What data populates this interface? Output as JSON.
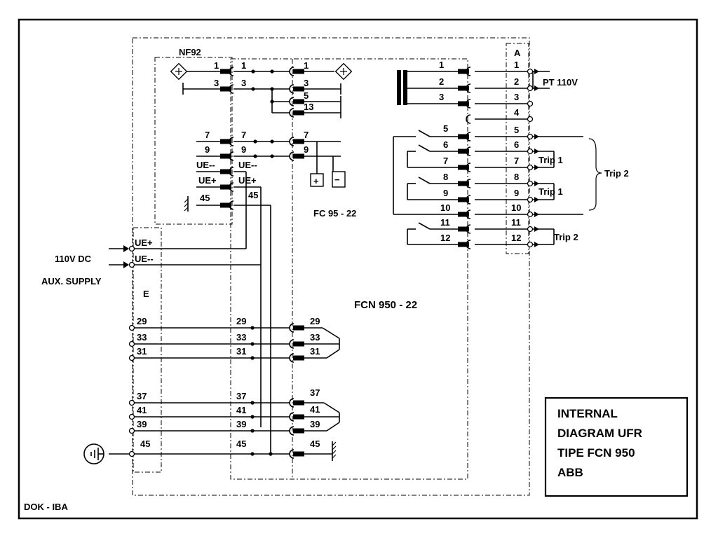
{
  "title_block": {
    "lines": [
      "INTERNAL",
      "DIAGRAM UFR",
      "TIPE FCN 950",
      "ABB"
    ]
  },
  "footer": {
    "doc_ref": "DOK - IBA"
  },
  "modules": {
    "nf92": "NF92",
    "fc95": "FC 95 - 22",
    "fcn950": "FCN 950 - 22",
    "terminal_a": "A",
    "terminal_e": "E"
  },
  "supply": {
    "voltage": "110V DC",
    "aux": "AUX. SUPPLY",
    "ue_plus": "UE+",
    "ue_minus": "UE--"
  },
  "pt_label": "PT 110V",
  "trip_labels": {
    "trip1_a": "Trip 1",
    "trip1_b": "Trip 1",
    "trip2_bracket": "Trip 2",
    "trip2_contact": "Trip 2"
  },
  "nf92_pins": [
    "1",
    "3",
    "7",
    "9",
    "UE--",
    "UE+",
    "45"
  ],
  "nf92_out_pins": [
    "1",
    "3",
    "7",
    "9",
    "UE--",
    "UE+",
    "45"
  ],
  "fc95_pins": [
    "1",
    "3",
    "5",
    "13",
    "7",
    "9"
  ],
  "rear_pins": [
    "1",
    "2",
    "3",
    "5",
    "6",
    "7",
    "8",
    "9",
    "10",
    "11",
    "12"
  ],
  "terminal_a_numbers": [
    "1",
    "2",
    "3",
    "4",
    "5",
    "6",
    "7",
    "8",
    "9",
    "10",
    "11",
    "12"
  ],
  "e_terminals": [
    "29",
    "33",
    "31",
    "37",
    "41",
    "39",
    "45"
  ],
  "mid_numbers": [
    "29",
    "33",
    "31",
    "37",
    "41",
    "39",
    "45"
  ],
  "lower_pins": [
    "29",
    "33",
    "31",
    "37",
    "41",
    "39",
    "45"
  ],
  "polarity": {
    "plus": "+",
    "minus": "−"
  }
}
